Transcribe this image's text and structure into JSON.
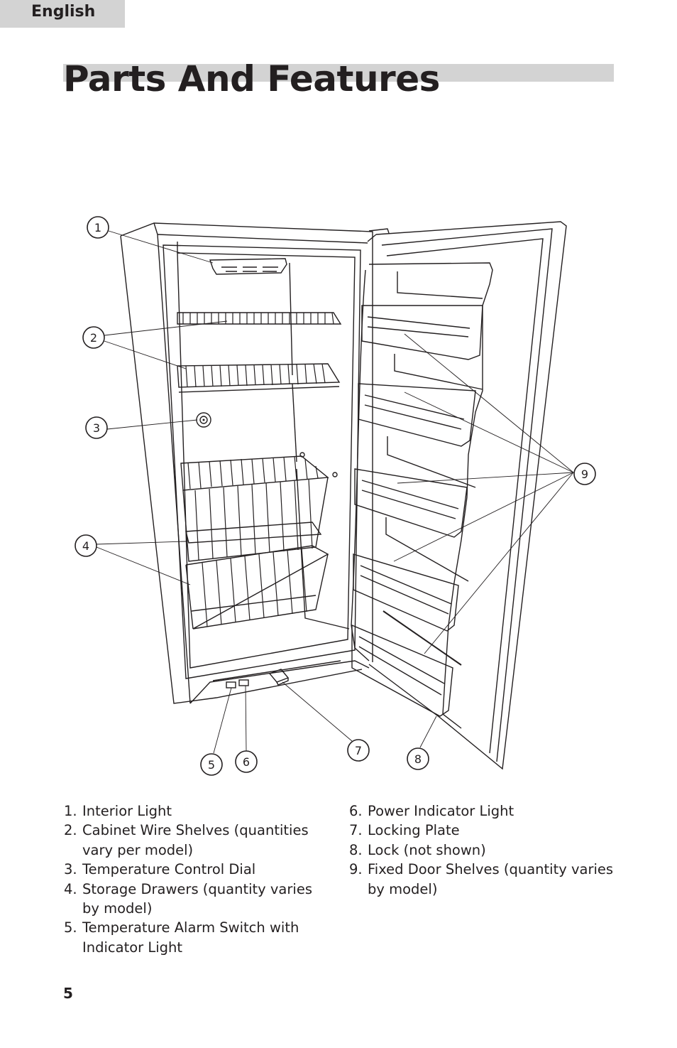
{
  "header": {
    "language_tab": "English"
  },
  "page_title": "Parts And Features",
  "diagram": {
    "callouts": [
      "1",
      "2",
      "3",
      "4",
      "5",
      "6",
      "7",
      "8",
      "9"
    ]
  },
  "parts_list": {
    "left": [
      {
        "num": "1.",
        "text": "Interior Light"
      },
      {
        "num": "2.",
        "text": "Cabinet Wire Shelves (quantities vary per model)"
      },
      {
        "num": "3.",
        "text": "Temperature Control Dial"
      },
      {
        "num": "4.",
        "text": "Storage Drawers (quantity varies by model)"
      },
      {
        "num": "5.",
        "text": "Temperature Alarm Switch with Indicator Light"
      }
    ],
    "right": [
      {
        "num": "6.",
        "text": "Power Indicator Light"
      },
      {
        "num": "7.",
        "text": "Locking Plate"
      },
      {
        "num": "8.",
        "text": "Lock (not shown)"
      },
      {
        "num": "9.",
        "text": "Fixed Door Shelves (quantity varies by model)"
      }
    ]
  },
  "footer": {
    "page_number": "5"
  }
}
